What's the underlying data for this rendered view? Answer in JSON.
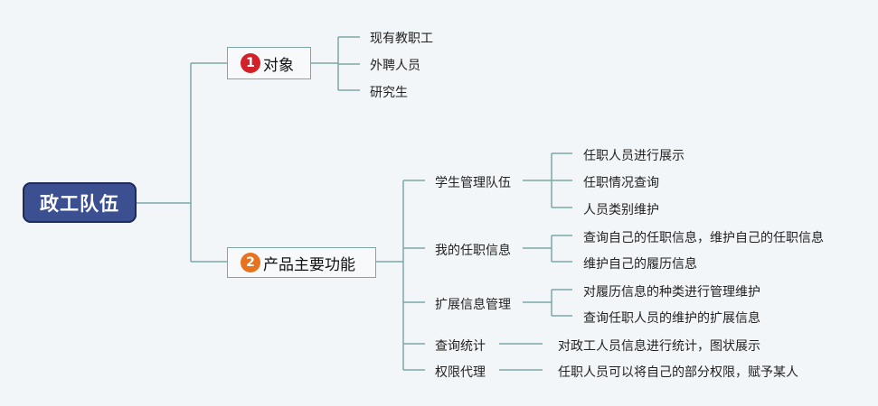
{
  "root": {
    "label": "政工队伍"
  },
  "branches": [
    {
      "number": "1",
      "label": "对象",
      "children": [
        {
          "label": "现有教职工"
        },
        {
          "label": "外聘人员"
        },
        {
          "label": "研究生"
        }
      ]
    },
    {
      "number": "2",
      "label": "产品主要功能",
      "children": [
        {
          "label": "学生管理队伍",
          "children": [
            {
              "label": "任职人员进行展示"
            },
            {
              "label": "任职情况查询"
            },
            {
              "label": "人员类别维护"
            }
          ]
        },
        {
          "label": "我的任职信息",
          "children": [
            {
              "label": "查询自己的任职信息，维护自己的任职信息"
            },
            {
              "label": "维护自己的履历信息"
            }
          ]
        },
        {
          "label": "扩展信息管理",
          "children": [
            {
              "label": "对履历信息的种类进行管理维护"
            },
            {
              "label": "查询任职人员的维护的扩展信息"
            }
          ]
        },
        {
          "label": "查询统计",
          "children": [
            {
              "label": "对政工人员信息进行统计，图状展示"
            }
          ]
        },
        {
          "label": "权限代理",
          "children": [
            {
              "label": "任职人员可以将自己的部分权限，赋予某人"
            }
          ]
        }
      ]
    }
  ],
  "colors": {
    "root_fill": "#3b4f91",
    "connector": "#7da7a8",
    "badge_1": "#d3212a",
    "badge_2": "#e8731e",
    "background": "#f3f6f9"
  }
}
